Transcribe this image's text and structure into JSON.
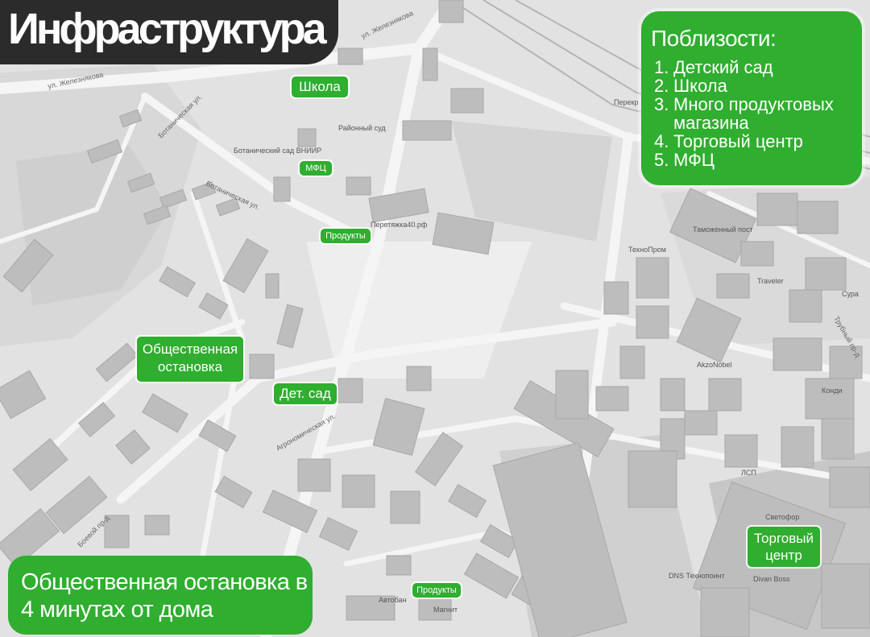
{
  "header": {
    "title": "Инфраструктура"
  },
  "nearby": {
    "title": "Поблизости:",
    "items": [
      {
        "num": "1.",
        "text": "Детский сад"
      },
      {
        "num": "2.",
        "text": "Школа"
      },
      {
        "num": "3.",
        "text": "Много продуктовых магазина"
      },
      {
        "num": "4.",
        "text": "Торговый центр"
      },
      {
        "num": "5.",
        "text": "МФЦ"
      }
    ]
  },
  "bottom_note": "Общественная остановка в 4 минутах от дома",
  "markers": {
    "school": "Школа",
    "mfc": "МФЦ",
    "products_1": "Продукты",
    "bus_stop": "Общественная остановка",
    "kindergarten": "Дет. сад",
    "products_2": "Продукты",
    "mall": "Торговый центр"
  },
  "map_labels": {
    "street_zheleznyakova_1": "ул. Железнякова",
    "street_zheleznyakova_2": "ул. Железнякова",
    "street_botanicheskaya_1": "Ботаническая ул.",
    "street_botanicheskaya_2": "Ботаническая ул.",
    "street_agronomicheskaya": "Агрономическая ул.",
    "street_boevoy": "Боевой пр-д",
    "street_trubny": "Трубный пр-д",
    "botanical_garden": "Ботанический сад ВНИИР",
    "court": "Районный суд",
    "peretyazhka": "Перетяжка40.рф",
    "customs": "Таможенный пост",
    "tekhnoprom": "ТехноПром",
    "akzonobel": "AkzoNobel",
    "traveler": "Traveler",
    "kondi": "Конди",
    "surya": "Сура",
    "svetofor": "Светофор",
    "dns": "DNS Технопоинт",
    "divan": "Divan Boss",
    "magnit": "Магнит",
    "avtoban": "Автобан",
    "lsp": "ЛСП",
    "perekrestok": "Перекр"
  },
  "colors": {
    "accent_green": "#2fae2f",
    "title_bg": "#2b2b2b",
    "map_bg": "#e4e4e4"
  }
}
